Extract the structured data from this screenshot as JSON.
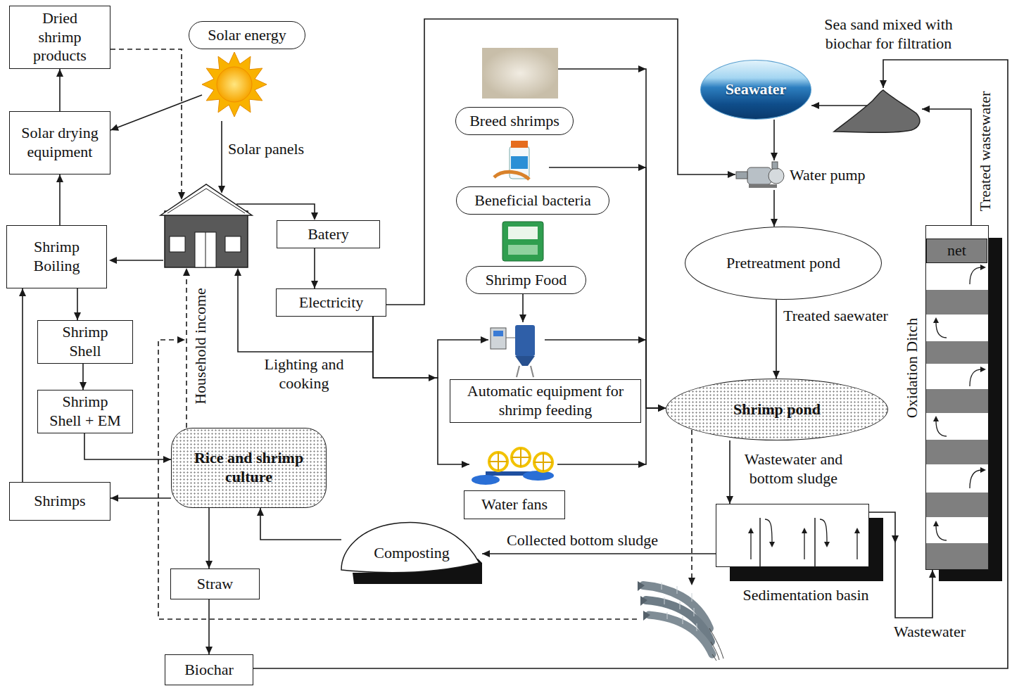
{
  "diagram": {
    "nodes": [
      {
        "text": [
          "Dried shrimp products"
        ]
      },
      {
        "text": [
          "Solar energy"
        ]
      },
      {
        "text": [
          "Sea sand mixed with biochar for filtration"
        ]
      },
      {
        "text": [
          "Seawater"
        ]
      },
      {
        "text": [
          "Breed shrimps"
        ]
      },
      {
        "text": [
          "Solar drying equipment"
        ]
      },
      {
        "text": [
          "Water pump"
        ]
      },
      {
        "text": [
          "Beneficial bacteria"
        ]
      },
      {
        "text": [
          "Batery"
        ]
      },
      {
        "text": [
          "Shrimp Boiling"
        ]
      },
      {
        "text": [
          "Oxidation Ditch"
        ]
      },
      {
        "text": [
          "net"
        ],
        "in": 10
      },
      {
        "text": [
          "Pretreatment pond"
        ]
      },
      {
        "text": [
          "Shrimp Food"
        ]
      },
      {
        "text": [
          "Electricity"
        ]
      },
      {
        "text": [
          "Shrimp Shell"
        ]
      },
      {
        "text": [
          "Automatic equipment for shrimp feeding"
        ]
      },
      {
        "text": [
          "Shrimp pond"
        ]
      },
      {
        "text": [
          "Shrimp Shell + EM"
        ]
      },
      {
        "text": [
          "Rice and shrimp culture"
        ]
      },
      {
        "text": [
          "Shrimps"
        ]
      },
      {
        "text": [
          "Water fans"
        ]
      },
      {
        "text": [
          "Sedimentation basin"
        ]
      },
      {
        "text": [
          "Composting"
        ]
      },
      {
        "text": [
          "Straw"
        ]
      },
      {
        "text": [
          "Biochar"
        ]
      }
    ],
    "edges": [
      {
        "from": 5,
        "to": 0,
        "arrow": "to"
      },
      {
        "from": 1,
        "to": 5,
        "arrow": "to"
      },
      {
        "from": 9,
        "to": 5,
        "arrow": "to"
      },
      {
        "from": 9,
        "to": 15,
        "arrow": "to"
      },
      {
        "from": 15,
        "to": 18,
        "arrow": "to"
      },
      {
        "from": 18,
        "to": 19,
        "arrow": "to"
      },
      {
        "from": 19,
        "to": 20,
        "arrow": "to"
      },
      {
        "from": 20,
        "to": 9,
        "arrow": "to"
      },
      {
        "from": 19,
        "to": 24,
        "arrow": "to"
      },
      {
        "from": 24,
        "to": 25,
        "arrow": "to"
      },
      {
        "from": 25,
        "to": 2,
        "arrow": "to"
      },
      {
        "from": 10,
        "to": 2,
        "label": "Treated wastewater",
        "arrow": "to"
      },
      {
        "from": 2,
        "to": 3,
        "arrow": "to"
      },
      {
        "from": 3,
        "to": 6,
        "arrow": "to"
      },
      {
        "from": 14,
        "to": 6,
        "arrow": "to"
      },
      {
        "from": 6,
        "to": 12,
        "arrow": "to"
      },
      {
        "from": 12,
        "to": 17,
        "label": "Treated saewater",
        "arrow": "to"
      },
      {
        "from": 4,
        "to": 17,
        "arrow": "to"
      },
      {
        "from": 7,
        "to": 17,
        "arrow": "to"
      },
      {
        "from": 13,
        "to": 16,
        "arrow": "to"
      },
      {
        "from": 16,
        "to": 17,
        "arrow": "to"
      },
      {
        "from": 21,
        "to": 17,
        "arrow": "to"
      },
      {
        "from": 14,
        "to": 16,
        "arrow": "to"
      },
      {
        "from": 14,
        "to": 21,
        "arrow": "to"
      },
      {
        "from": 17,
        "to": 22,
        "label": "Wastewater and bottom sludge",
        "arrow": "to"
      },
      {
        "from": 22,
        "to": 23,
        "label": "Collected bottom sludge",
        "arrow": "to"
      },
      {
        "from": 23,
        "to": 19,
        "arrow": "to"
      },
      {
        "from": 22,
        "to": 10,
        "label": "Wastewater",
        "arrow": "to"
      },
      {
        "from": 8,
        "to": 14,
        "arrow": "to"
      }
    ],
    "labels": [
      "Solar panels",
      "Lighting and cooking",
      "Household income"
    ]
  }
}
